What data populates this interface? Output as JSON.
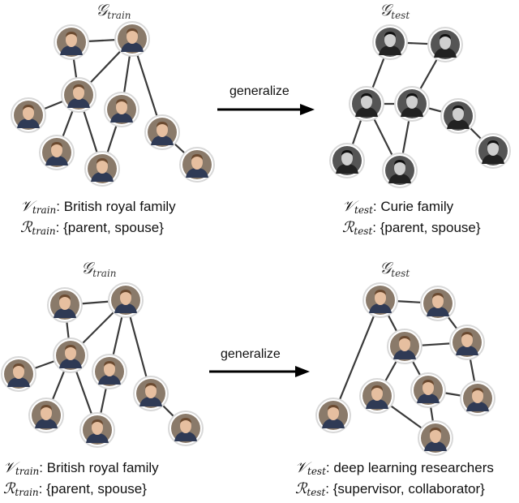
{
  "figure": {
    "top": {
      "left_graph": {
        "title_symbol": "𝒢",
        "title_sub": "train",
        "caption_vertices": {
          "symbol": "𝒱",
          "sub": "train",
          "text": ": British royal family"
        },
        "caption_relations": {
          "symbol": "ℛ",
          "sub": "train",
          "text": ": {parent, spouse}"
        }
      },
      "arrow_label": "generalize",
      "right_graph": {
        "title_symbol": "𝒢",
        "title_sub": "test",
        "caption_vertices": {
          "symbol": "𝒱",
          "sub": "test",
          "text": ": Curie family"
        },
        "caption_relations": {
          "symbol": "ℛ",
          "sub": "test",
          "text": ": {parent, spouse}"
        }
      }
    },
    "bottom": {
      "left_graph": {
        "title_symbol": "𝒢",
        "title_sub": "train",
        "caption_vertices": {
          "symbol": "𝒱",
          "sub": "train",
          "text": ": British royal family"
        },
        "caption_relations": {
          "symbol": "ℛ",
          "sub": "train",
          "text": ": {parent, spouse}"
        }
      },
      "arrow_label": "generalize",
      "right_graph": {
        "title_symbol": "𝒢",
        "title_sub": "test",
        "caption_vertices": {
          "symbol": "𝒱",
          "sub": "test",
          "text": ": deep learning researchers"
        },
        "caption_relations": {
          "symbol": "ℛ",
          "sub": "test",
          "text": ": {supervisor, collaborator}"
        }
      }
    }
  },
  "colors": {
    "edge": "#3a3a3a",
    "node_border": "#d8d8d8",
    "arrow": "#000000",
    "portrait_bg_color": "#8a7a6a",
    "portrait_bg_bw": "#555555"
  }
}
